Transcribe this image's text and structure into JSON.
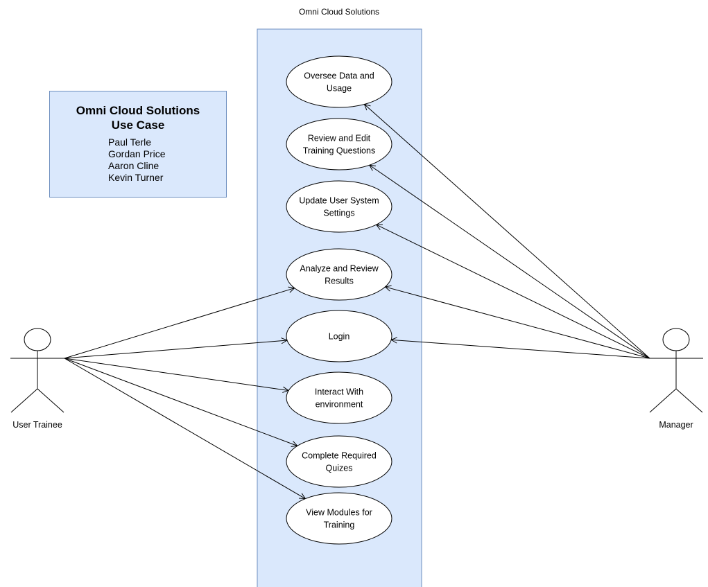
{
  "system": {
    "title": "Omni Cloud Solutions"
  },
  "info_box": {
    "title_line1": "Omni Cloud Solutions",
    "title_line2": "Use Case",
    "authors": [
      "Paul Terle",
      "Gordan Price",
      "Aaron Cline",
      "Kevin Turner"
    ]
  },
  "actors": [
    {
      "id": "trainee",
      "label": "User Trainee"
    },
    {
      "id": "manager",
      "label": "Manager"
    }
  ],
  "use_cases": [
    {
      "id": "oversee",
      "lines": [
        "Oversee Data and",
        "Usage"
      ]
    },
    {
      "id": "review-edit",
      "lines": [
        "Review and Edit",
        "Training Questions"
      ]
    },
    {
      "id": "update-settings",
      "lines": [
        "Update User System",
        "Settings"
      ]
    },
    {
      "id": "analyze",
      "lines": [
        "Analyze and Review",
        "Results"
      ]
    },
    {
      "id": "login",
      "lines": [
        "Login"
      ]
    },
    {
      "id": "interact",
      "lines": [
        "Interact With",
        "environment"
      ]
    },
    {
      "id": "quizzes",
      "lines": [
        "Complete Required",
        "Quizes"
      ]
    },
    {
      "id": "modules",
      "lines": [
        "View Modules for",
        "Training"
      ]
    }
  ],
  "associations": [
    {
      "from": "trainee",
      "to": "analyze"
    },
    {
      "from": "trainee",
      "to": "login"
    },
    {
      "from": "trainee",
      "to": "interact"
    },
    {
      "from": "trainee",
      "to": "quizzes"
    },
    {
      "from": "trainee",
      "to": "modules"
    },
    {
      "from": "manager",
      "to": "oversee"
    },
    {
      "from": "manager",
      "to": "review-edit"
    },
    {
      "from": "manager",
      "to": "update-settings"
    },
    {
      "from": "manager",
      "to": "analyze"
    },
    {
      "from": "manager",
      "to": "login"
    }
  ],
  "colors": {
    "system_fill": "#dae8fc",
    "system_stroke": "#6c8ebf",
    "line": "#000000",
    "ellipse_fill": "#ffffff"
  }
}
